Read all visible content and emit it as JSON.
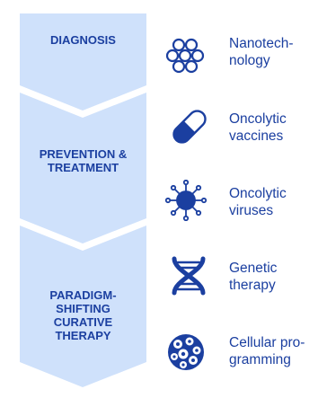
{
  "colors": {
    "accent": "#1b3fa0",
    "chevron_fill": "#cfe1fb"
  },
  "stages": [
    {
      "label": "DIAGNOSIS"
    },
    {
      "label": "PREVENTION &\nTREATMENT"
    },
    {
      "label": "PARADIGM-\nSHIFTING\nCURATIVE\nTHERAPY"
    }
  ],
  "items": [
    {
      "icon": "nanotechnology-icon",
      "label": "Nanotech-\nnology"
    },
    {
      "icon": "capsule-icon",
      "label": "Oncolytic\nvaccines"
    },
    {
      "icon": "virus-icon",
      "label": "Oncolytic\nviruses"
    },
    {
      "icon": "dna-icon",
      "label": "Genetic\ntherapy"
    },
    {
      "icon": "cell-cluster-icon",
      "label": "Cellular pro-\ngramming"
    }
  ]
}
